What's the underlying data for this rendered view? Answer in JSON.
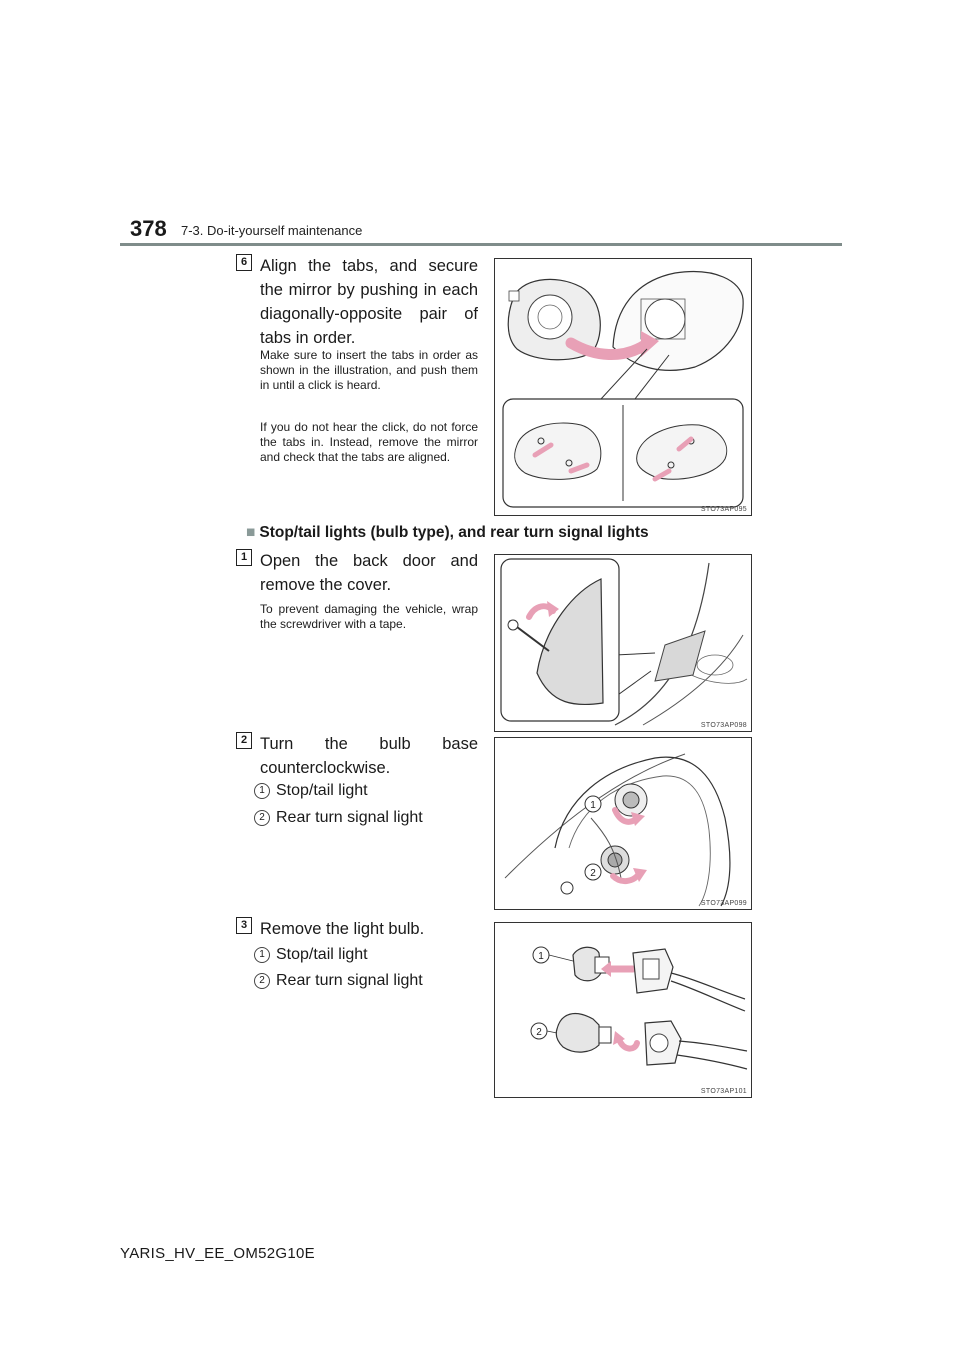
{
  "header": {
    "page_number": "378",
    "section": "7-3. Do-it-yourself maintenance"
  },
  "step6": {
    "number": "6",
    "text": "Align the tabs, and secure the mirror by pushing in each diagonally-opposite pair of tabs in order.",
    "note1": "Make sure to insert the tabs in order as shown in the illustration, and push them in until a click is heard.",
    "note2": "If you do not hear the click, do not force the tabs in. Instead, remove the mirror and check that the tabs are aligned.",
    "figure_code": "STO73AP095"
  },
  "section_heading": {
    "marker": "■",
    "text": "Stop/tail lights (bulb type), and rear turn signal lights"
  },
  "step1": {
    "number": "1",
    "text": "Open the back door and remove the cover.",
    "note": "To prevent damaging the vehicle, wrap the screwdriver with a tape.",
    "figure_code": "STO73AP098"
  },
  "step2": {
    "number": "2",
    "text": "Turn the bulb base counterclockwise.",
    "items": [
      {
        "num": "1",
        "label": "Stop/tail light"
      },
      {
        "num": "2",
        "label": "Rear turn signal light"
      }
    ],
    "figure_code": "STO73AP099",
    "callouts": [
      "1",
      "2"
    ]
  },
  "step3": {
    "number": "3",
    "text": "Remove the light bulb.",
    "items": [
      {
        "num": "1",
        "label": "Stop/tail light"
      },
      {
        "num": "2",
        "label": "Rear turn signal light"
      }
    ],
    "figure_code": "STO73AP101",
    "callouts": [
      "1",
      "2"
    ]
  },
  "footer": {
    "text": "YARIS_HV_EE_OM52G10E"
  },
  "colors": {
    "arrow": "#e8a0b6",
    "rule": "#7f8c8a"
  }
}
